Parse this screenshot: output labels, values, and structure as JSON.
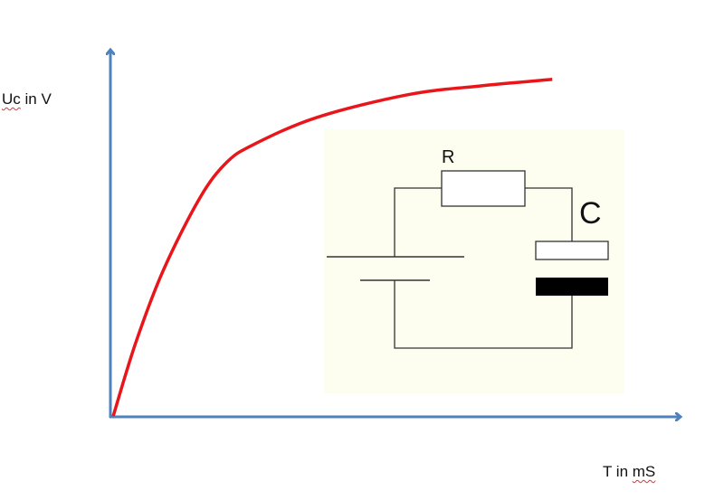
{
  "chart_data": {
    "type": "line",
    "title": "",
    "ylabel_prefix": "Uc",
    "ylabel_suffix": " in V",
    "xlabel_prefix": "T in ",
    "xlabel_suffix": "mS",
    "xlim": [
      0,
      100
    ],
    "ylim": [
      0,
      100
    ],
    "grid": false,
    "series": [
      {
        "name": "Uc",
        "color": "#e8161b",
        "x": [
          0.5,
          4.4,
          9.2,
          15.6,
          20.3,
          25.1,
          36.2,
          52.1,
          64.8,
          77.5
        ],
        "y": [
          0,
          19.8,
          39.5,
          59.3,
          69.1,
          74.1,
          81.5,
          87.7,
          90.1,
          91.9
        ]
      }
    ],
    "axis_color": "#4f81bd"
  },
  "circuit": {
    "resistor_label": "R",
    "capacitor_label": "C",
    "background": "#fdfdf0"
  }
}
